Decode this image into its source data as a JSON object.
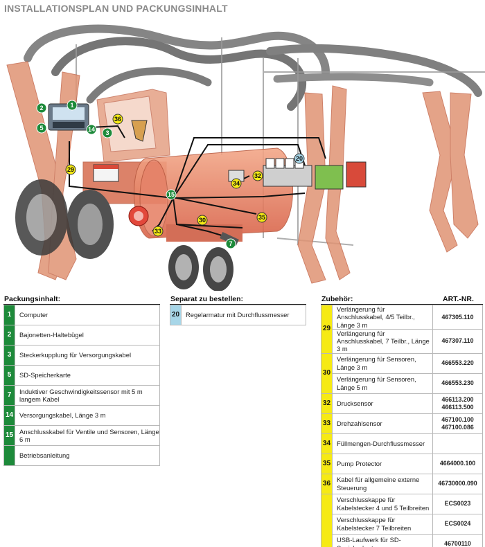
{
  "title": "INSTALLATIONSPLAN UND PACKUNGSINHALT",
  "diagram": {
    "callouts": [
      "1",
      "2",
      "3",
      "5",
      "14",
      "36",
      "29",
      "20",
      "32",
      "34",
      "15",
      "30",
      "35",
      "33",
      "7"
    ]
  },
  "package": {
    "title": "Packungsinhalt:",
    "rows": [
      {
        "num": "1",
        "text": "Computer"
      },
      {
        "num": "2",
        "text": "Bajonetten-Haltebügel"
      },
      {
        "num": "3",
        "text": "Steckerkupplung für Versorgungskabel"
      },
      {
        "num": "5",
        "text": "SD-Speicherkarte"
      },
      {
        "num": "7",
        "text": "Induktiver Geschwindigkeitssensor mit 5 m langem Kabel"
      },
      {
        "num": "14",
        "text": "Versorgungskabel, Länge 3 m"
      },
      {
        "num": "15",
        "text": "Anschlusskabel für Ventile und Sensoren, Länge 6 m"
      },
      {
        "num": "",
        "text": "Betriebsanleitung"
      }
    ]
  },
  "separate": {
    "title": "Separat zu bestellen:",
    "rows": [
      {
        "num": "20",
        "text": "Regelarmatur mit Durchflussmesser"
      }
    ]
  },
  "accessories": {
    "title": "Zubehör:",
    "art_header": "ART.-NR.",
    "rows": [
      {
        "num": "29",
        "items": [
          {
            "text": "Verlängerung für Anschlusskabel, 4/5 Teilbr., Länge 3 m",
            "art": "467305.110"
          },
          {
            "text": "Verlängerung für Anschlusskabel, 7 Teilbr., Länge 3 m",
            "art": "467307.110"
          }
        ]
      },
      {
        "num": "30",
        "items": [
          {
            "text": "Verlängerung für Sensoren, Länge 3 m",
            "art": "466553.220"
          },
          {
            "text": "Verlängerung für Sensoren, Länge 5 m",
            "art": "466553.230"
          }
        ]
      },
      {
        "num": "32",
        "items": [
          {
            "text": "Drucksensor",
            "art": "466113.200\n466113.500"
          }
        ]
      },
      {
        "num": "33",
        "items": [
          {
            "text": "Drehzahlsensor",
            "art": "467100.100\n467100.086"
          }
        ]
      },
      {
        "num": "34",
        "items": [
          {
            "text": "Füllmengen-Durchflussmesser",
            "art": ""
          }
        ]
      },
      {
        "num": "35",
        "items": [
          {
            "text": "Pump Protector",
            "art": "4664000.100"
          }
        ]
      },
      {
        "num": "36",
        "items": [
          {
            "text": "Kabel für allgemeine externe Steuerung",
            "art": "46730000.090"
          }
        ]
      },
      {
        "num": "",
        "items": [
          {
            "text": "Verschlusskappe für Kabelstecker 4 und 5 Teilbreiten",
            "art": "ECS0023"
          },
          {
            "text": "Verschlusskappe für Kabelstecker 7 Teilbreiten",
            "art": "ECS0024"
          },
          {
            "text": "USB-Laufwerk für SD-Speicherkarten",
            "art": "46700110"
          }
        ]
      }
    ]
  }
}
